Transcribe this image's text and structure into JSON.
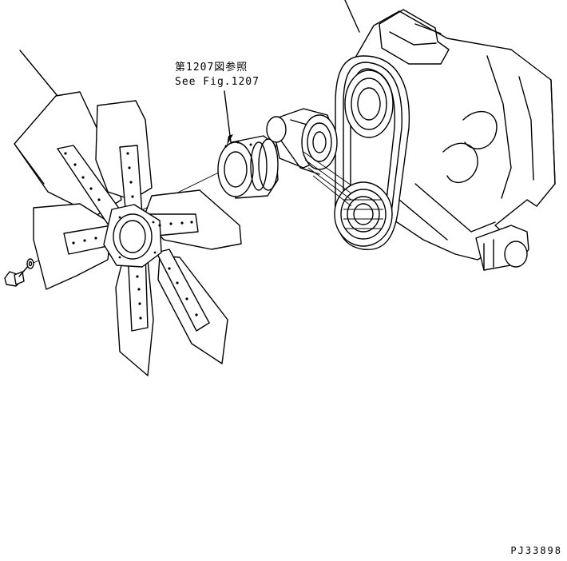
{
  "figure": {
    "reference_jp": "第1207図参照",
    "reference_en": "See Fig.1207",
    "drawing_code": "PJ33898"
  },
  "icons": {
    "fan": "fan-blade-icon",
    "pulley": "fan-pulley-icon",
    "bolt": "bolt-icon",
    "washer": "washer-icon",
    "engine": "engine-front-icon",
    "belt": "v-belt-icon"
  },
  "colors": {
    "ink": "#000000",
    "paper": "#ffffff"
  }
}
